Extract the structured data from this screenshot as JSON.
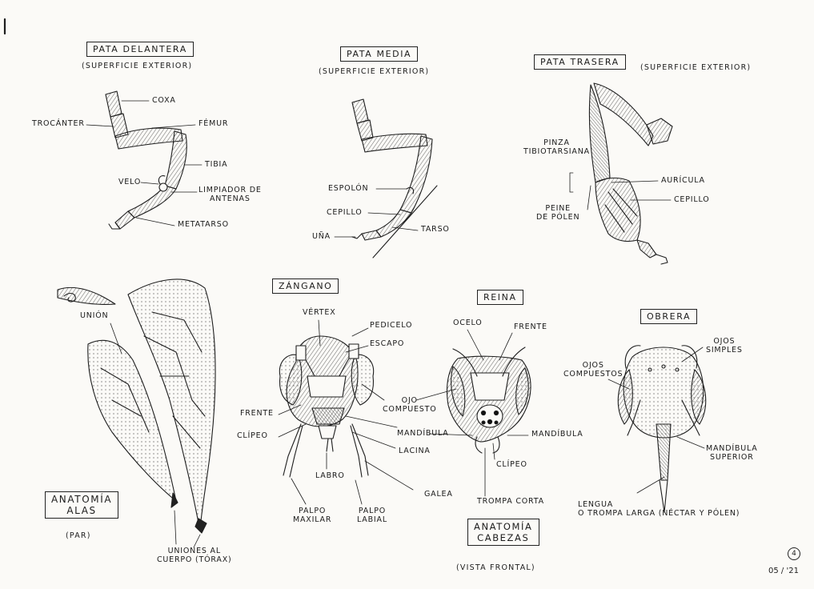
{
  "pata_delantera": {
    "title": "PATA DELANTERA",
    "subtitle": "(SUPERFICIE EXTERIOR)",
    "labels": {
      "coxa": "COXA",
      "trocanter": "TROCÁNTER",
      "femur": "FÉMUR",
      "tibia": "TIBIA",
      "velo": "VELO",
      "limpiador": "LIMPIADOR DE\nANTENAS",
      "metatarso": "METATARSO"
    }
  },
  "pata_media": {
    "title": "PATA MEDIA",
    "subtitle": "(SUPERFICIE EXTERIOR)",
    "labels": {
      "espolon": "ESPOLÓN",
      "cepillo": "CEPILLO",
      "una": "UÑA",
      "tarso": "TARSO"
    }
  },
  "pata_trasera": {
    "title": "PATA TRASERA",
    "subtitle": "(SUPERFICIE EXTERIOR)",
    "labels": {
      "pinza": "PINZA\nTIBIOTARSIANA",
      "auricula": "AURÍCULA",
      "cepillo": "CEPILLO",
      "peine": "PEINE\nDE PÓLEN"
    }
  },
  "alas": {
    "title": "ANATOMÍA\nALAS",
    "subtitle": "(PAR)",
    "labels": {
      "union": "UNIÓN",
      "uniones": "UNIONES AL\nCUERPO (TÓRAX)"
    }
  },
  "zangano": {
    "title": "ZÁNGANO",
    "labels": {
      "vertex": "VÉRTEX",
      "pedicelo": "PEDICELO",
      "escapo": "ESCAPO",
      "ojo": "OJO\nCOMPUESTO",
      "frente": "FRENTE",
      "clipeo": "CLÍPEO",
      "mandibula": "MANDÍBULA",
      "lacina": "LACINA",
      "labro": "LABRO",
      "galea": "GALEA",
      "palpo_maxilar": "PALPO\nMAXILAR",
      "palpo_labial": "PALPO\nLABIAL"
    }
  },
  "reina": {
    "title": "REINA",
    "labels": {
      "ocelo": "OCELO",
      "frente": "FRENTE",
      "mandibula": "MANDÍBULA",
      "clipeo": "CLÍPEO",
      "trompa": "TROMPA CORTA"
    }
  },
  "obrera": {
    "title": "OBRERA",
    "labels": {
      "ojos_simples": "OJOS\nSIMPLES",
      "ojos_compuestos": "OJOS\nCOMPUESTOS",
      "mandibula": "MANDÍBULA\nSUPERIOR",
      "lengua": "LENGUA\nO TROMPA LARGA (NÉCTAR Y PÓLEN)"
    }
  },
  "cabezas": {
    "title": "ANATOMÍA\nCABEZAS",
    "subtitle": "(VISTA FRONTAL)"
  },
  "page": {
    "number": "4",
    "date": "05 / '21"
  }
}
